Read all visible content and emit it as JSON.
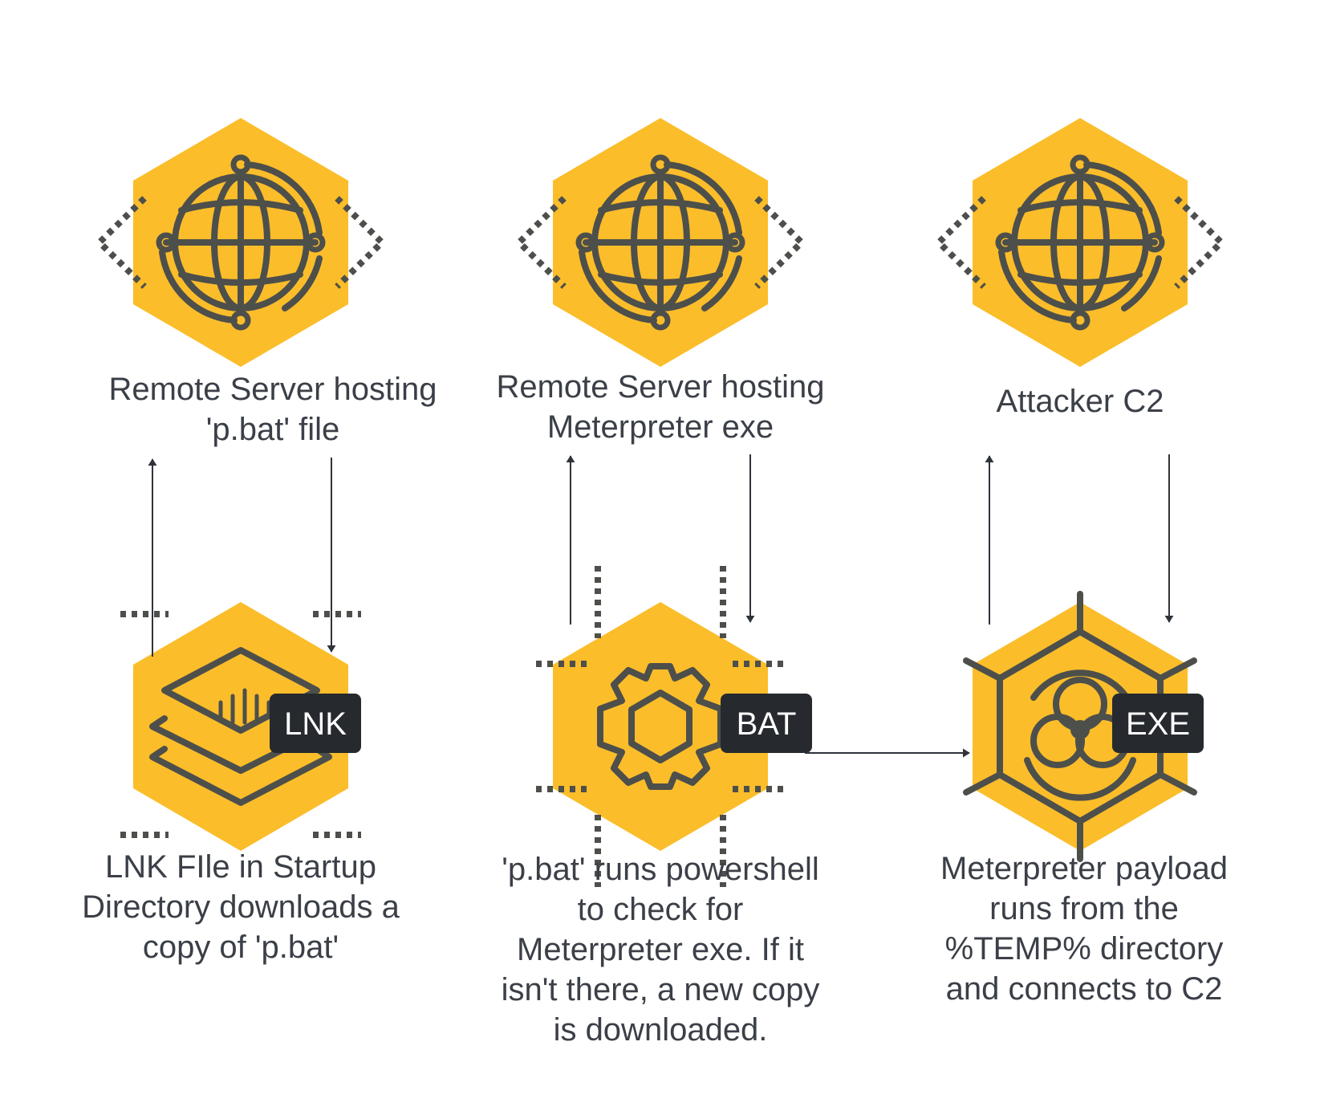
{
  "colors": {
    "hexagon": "#fbbd2a",
    "icon": "#4d4f4b",
    "text": "#3b3f47",
    "badge": "#262a2f",
    "badge_text": "#ffffff",
    "arrow": "#2f333a"
  },
  "nodes": {
    "server_pbat": {
      "icon": "globe-network-icon",
      "label": "Remote Server hosting\n'p.bat' file"
    },
    "server_meterpreter": {
      "icon": "globe-network-icon",
      "label": "Remote Server hosting\nMeterpreter exe"
    },
    "attacker_c2": {
      "icon": "globe-network-icon",
      "label": "Attacker C2"
    },
    "lnk_file": {
      "icon": "layers-stack-icon",
      "badge": "LNK",
      "label": "LNK FIle in Startup\nDirectory downloads a\ncopy of 'p.bat'"
    },
    "bat_file": {
      "icon": "gear-hexagon-icon",
      "badge": "BAT",
      "label": "'p.bat' runs powershell\nto check for\nMeterpreter exe. If it\nisn't there, a new copy\nis downloaded."
    },
    "exe_file": {
      "icon": "biohazard-web-icon",
      "badge": "EXE",
      "label": "Meterpreter payload\nruns from the\n%TEMP% directory\nand connects to C2"
    }
  },
  "edges": [
    {
      "from": "lnk_file",
      "to": "server_pbat"
    },
    {
      "from": "server_pbat",
      "to": "lnk_file"
    },
    {
      "from": "bat_file",
      "to": "server_meterpreter"
    },
    {
      "from": "server_meterpreter",
      "to": "bat_file"
    },
    {
      "from": "bat_file",
      "to": "exe_file"
    },
    {
      "from": "exe_file",
      "to": "attacker_c2"
    },
    {
      "from": "attacker_c2",
      "to": "exe_file"
    }
  ]
}
